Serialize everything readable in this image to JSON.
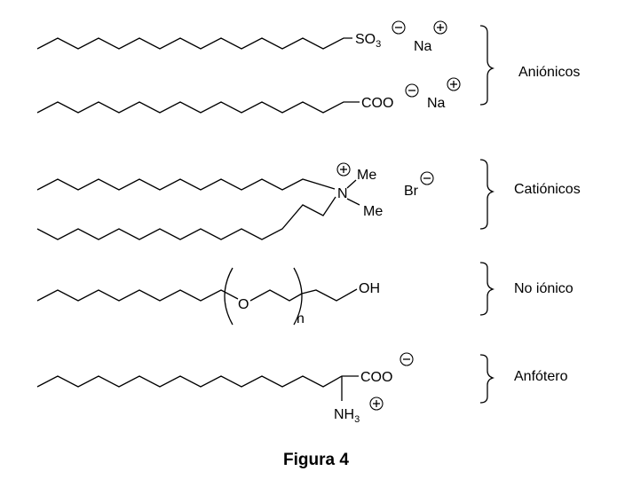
{
  "categories": [
    {
      "label": "Aniónicos"
    },
    {
      "label": "Catiónicos"
    },
    {
      "label": "No iónico"
    },
    {
      "label": "Anfótero"
    }
  ],
  "atoms": {
    "so3": "SO",
    "so3_sub": "3",
    "na1": "Na",
    "coo1": "COO",
    "na2": "Na",
    "n": "N",
    "me1": "Me",
    "me2": "Me",
    "br": "Br",
    "o": "O",
    "oh": "OH",
    "n_index": "n",
    "coo2": "COO",
    "nh3": "NH",
    "nh3_sub": "3"
  },
  "charges": {
    "plus": "+",
    "minus": "−"
  },
  "caption": "Figura 4"
}
